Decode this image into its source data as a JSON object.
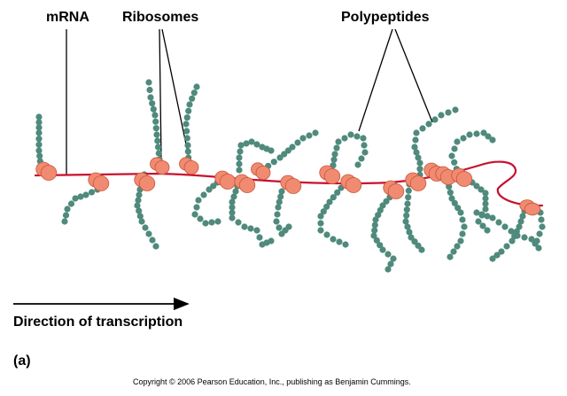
{
  "labels": {
    "mrna": "mRNA",
    "ribosomes": "Ribosomes",
    "polypeptides": "Polypeptides",
    "direction": "Direction of transcription",
    "panel": "(a)"
  },
  "copyright": "Copyright © 2006 Pearson Education, Inc., publishing as Benjamin Cummings.",
  "colors": {
    "mrna": "#c8102e",
    "ribosome_fill": "#f08a70",
    "ribosome_stroke": "#c8553d",
    "bead": "#4f8a7c",
    "line": "#000000"
  }
}
